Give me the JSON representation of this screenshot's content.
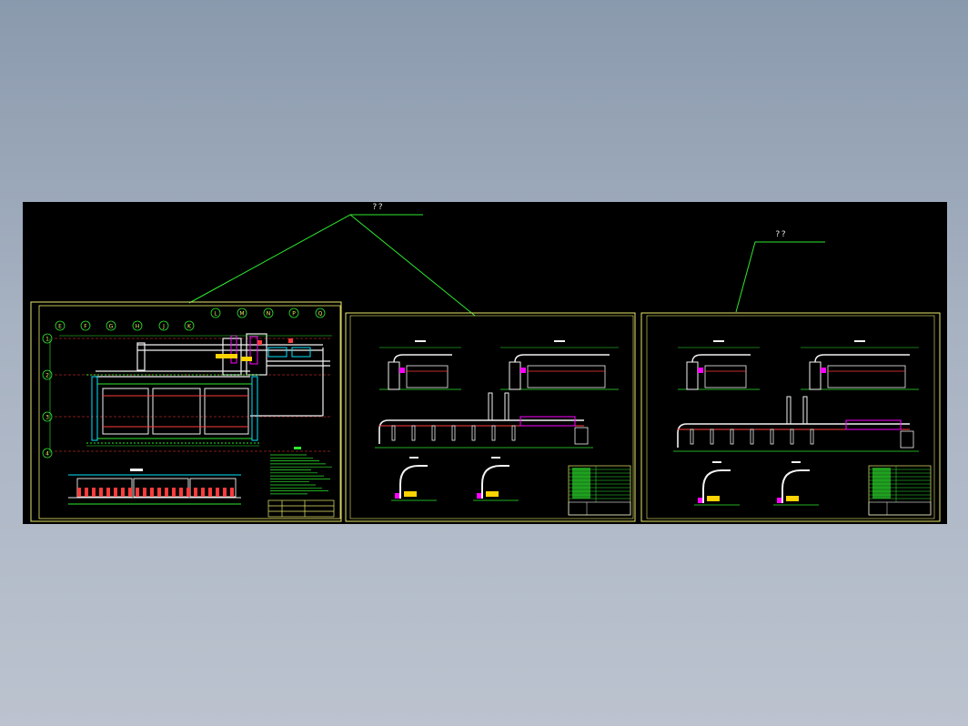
{
  "callouts": [
    {
      "id": "callout-left",
      "label": "??"
    },
    {
      "id": "callout-right",
      "label": "??"
    }
  ],
  "sheets": [
    {
      "id": "plan",
      "column_axes": [
        "E",
        "F",
        "G",
        "H",
        "J",
        "K",
        "L",
        "M",
        "N",
        "P",
        "Q"
      ],
      "row_axes": [
        "1",
        "2",
        "3",
        "4"
      ]
    },
    {
      "id": "sections-a"
    },
    {
      "id": "sections-b"
    }
  ],
  "colors": {
    "frame": "#e9e96a",
    "leader": "#2ee82e",
    "pipe": "#f2f2f2",
    "dimension": "#2ee82e",
    "equipment": "#ff3b3b",
    "highlight": "#ff00ff",
    "accent": "#00e5ff",
    "fitting": "#ffd400"
  }
}
